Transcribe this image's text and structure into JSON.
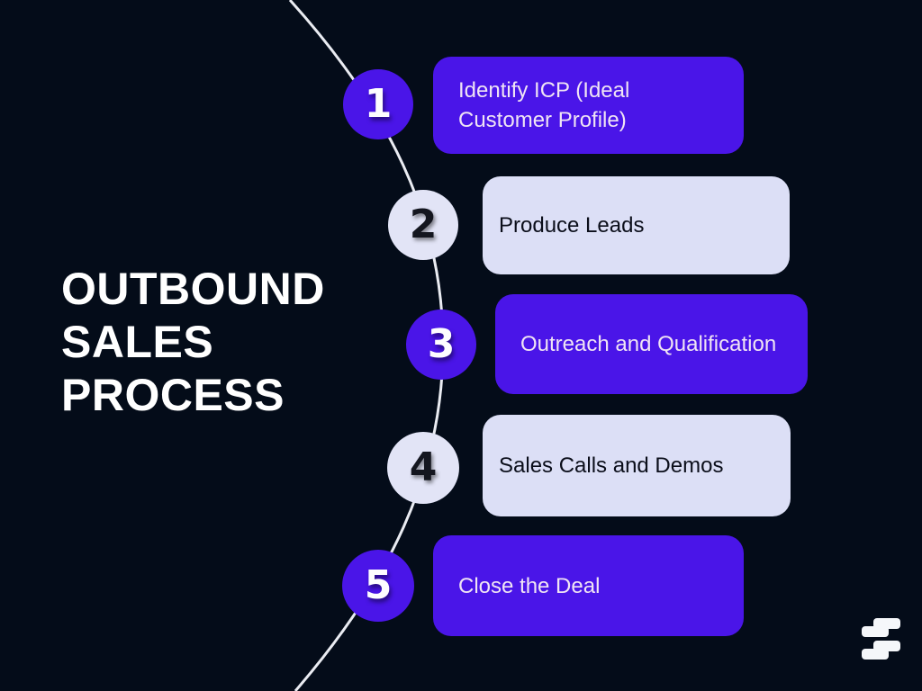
{
  "title": {
    "text": "OUTBOUND SALES PROCESS",
    "lines": [
      "OUTBOUND",
      "SALES",
      "PROCESS"
    ]
  },
  "steps": [
    {
      "number": "1",
      "label": "Identify ICP (Ideal Customer Profile)",
      "style": "purple"
    },
    {
      "number": "2",
      "label": "Produce Leads",
      "style": "lavender"
    },
    {
      "number": "3",
      "label": "Outreach and Qualification",
      "style": "purple"
    },
    {
      "number": "4",
      "label": "Sales Calls and Demos",
      "style": "lavender"
    },
    {
      "number": "5",
      "label": "Close the Deal",
      "style": "purple"
    }
  ],
  "logo": {
    "name": "s-mark-logo"
  },
  "colors": {
    "background": "#040C19",
    "accent_purple": "#4A15E8",
    "lavender_card": "#DCDFF6",
    "lavender_circle": "#E2E4F6",
    "text_on_purple": "#F0E4F4",
    "text_on_lavender": "#0B0E1A",
    "title_text": "#FFFFFF",
    "curve_line": "#EAECF2",
    "logo_mark": "#F5F7FA"
  }
}
